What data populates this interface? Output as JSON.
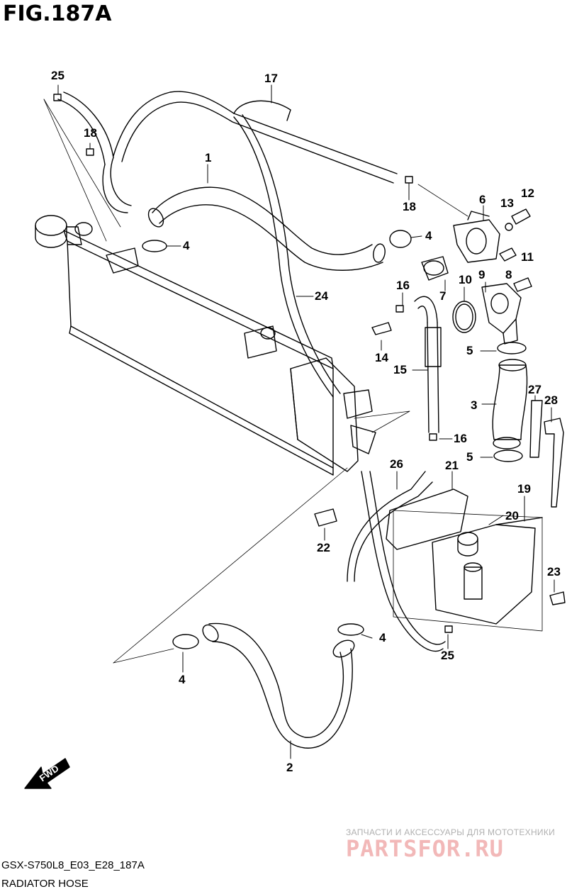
{
  "figure": {
    "title": "FIG.187A",
    "model_code": "GSX-S750L8_E03_E28_187A",
    "subtitle": "RADIATOR HOSE"
  },
  "callouts": {
    "c1": "1",
    "c2": "2",
    "c3": "3",
    "c4a": "4",
    "c4b": "4",
    "c4c": "4",
    "c4d": "4",
    "c5a": "5",
    "c5b": "5",
    "c6": "6",
    "c7": "7",
    "c8": "8",
    "c9": "9",
    "c10": "10",
    "c11": "11",
    "c12": "12",
    "c13": "13",
    "c14": "14",
    "c15": "15",
    "c16a": "16",
    "c16b": "16",
    "c17": "17",
    "c18a": "18",
    "c18b": "18",
    "c19": "19",
    "c20": "20",
    "c21": "21",
    "c22": "22",
    "c23": "23",
    "c24": "24",
    "c25a": "25",
    "c25b": "25",
    "c26": "26",
    "c27": "27",
    "c28": "28"
  },
  "fwd_label": "FWD",
  "watermark": {
    "caption": "ЗАПЧАСТИ И АКСЕССУАРЫ ДЛЯ МОТОТЕХНИКИ",
    "logo": "PARTSFOR.RU"
  }
}
